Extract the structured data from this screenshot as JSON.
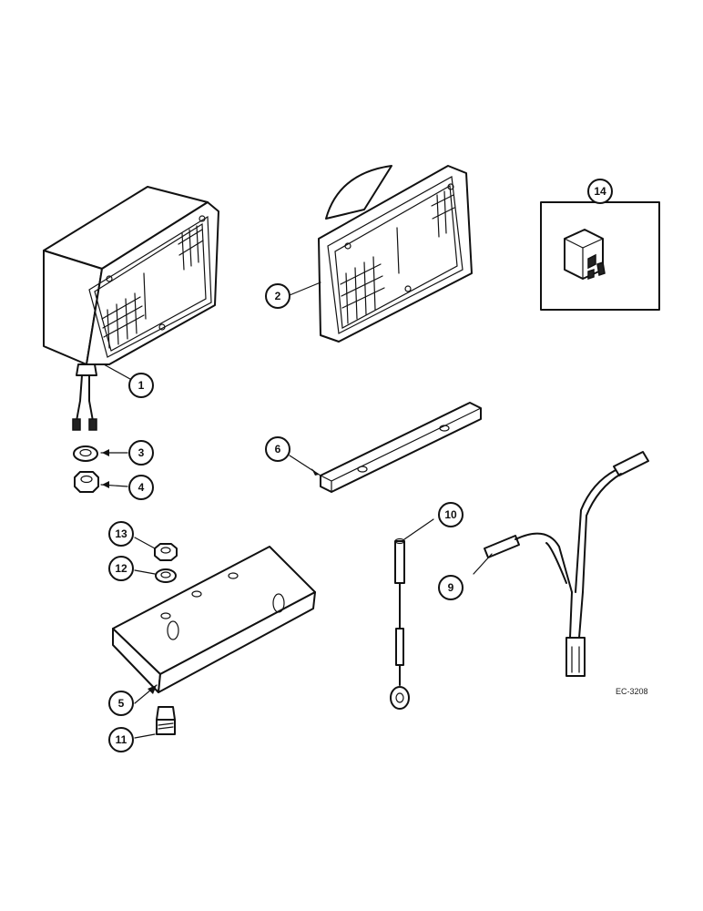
{
  "callouts": [
    {
      "id": "c1",
      "label": "1"
    },
    {
      "id": "c2",
      "label": "2"
    },
    {
      "id": "c3",
      "label": "3"
    },
    {
      "id": "c4",
      "label": "4"
    },
    {
      "id": "c5",
      "label": "5"
    },
    {
      "id": "c6",
      "label": "6"
    },
    {
      "id": "c9",
      "label": "9"
    },
    {
      "id": "c10",
      "label": "10"
    },
    {
      "id": "c11",
      "label": "11"
    },
    {
      "id": "c12",
      "label": "12"
    },
    {
      "id": "c13",
      "label": "13"
    },
    {
      "id": "c14",
      "label": "14"
    }
  ],
  "reference_code": "EC-3208"
}
